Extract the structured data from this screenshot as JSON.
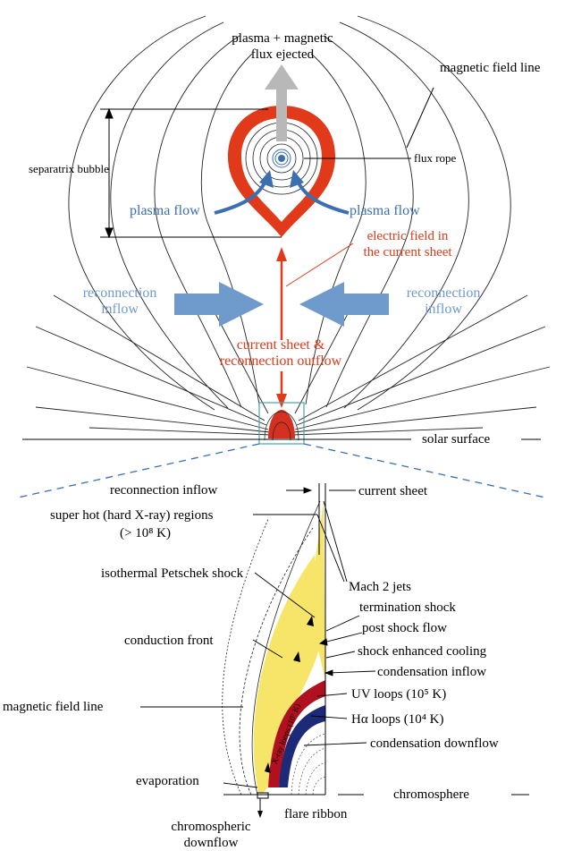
{
  "labels": {
    "plasma_magnetic_flux_ejected": "plasma + magnetic\nflux ejected",
    "magnetic_field_line_top": "magnetic field line",
    "separatrix_bubble": "separatrix bubble",
    "flux_rope": "flux rope",
    "plasma_flow_left": "plasma flow",
    "plasma_flow_right": "plasma flow",
    "electric_field": "electric field  in\nthe current sheet",
    "reconnection_inflow_left": "reconnection\ninflow",
    "reconnection_inflow_right": "reconnection\ninflow",
    "current_sheet_outflow": "current sheet &\nreconnection outflow",
    "solar_surface": "solar surface",
    "reconnection_inflow_detail": "reconnection inflow",
    "current_sheet_detail": "current sheet",
    "super_hot_regions": "super hot (hard X-ray) regions",
    "super_hot_temp": "(> 10⁸ K)",
    "isothermal_petschek_shock": "isothermal Petschek shock",
    "mach_2_jets": "Mach 2 jets",
    "termination_shock": "termination shock",
    "post_shock_flow": "post shock flow",
    "shock_enhanced_cooling": "shock enhanced cooling",
    "conduction_front": "conduction front",
    "condensation_inflow": "condensation inflow",
    "xray_loops": "X-ray loops (10⁷ K)",
    "uv_loops": "UV loops (10⁵ K)",
    "magnetic_field_line_detail": "magnetic field line",
    "halpha_loops": "Hα loops (10⁴ K)",
    "condensation_downflow": "condensation downflow",
    "evaporation": "evaporation",
    "chromosphere": "chromosphere",
    "flare_ribbon": "flare ribbon",
    "chromospheric_downflow": "chromospheric\ndownflow"
  },
  "colors": {
    "red": "#e03a1a",
    "blue_arrow": "#3b6fb0",
    "light_blue_arrow": "#6f9bcc",
    "gray_arrow": "#b8b8b8",
    "yellow": "#f7e56a",
    "dark_red": "#b01020",
    "dark_blue": "#1c2a78",
    "teal_box": "#4aa3a8"
  }
}
